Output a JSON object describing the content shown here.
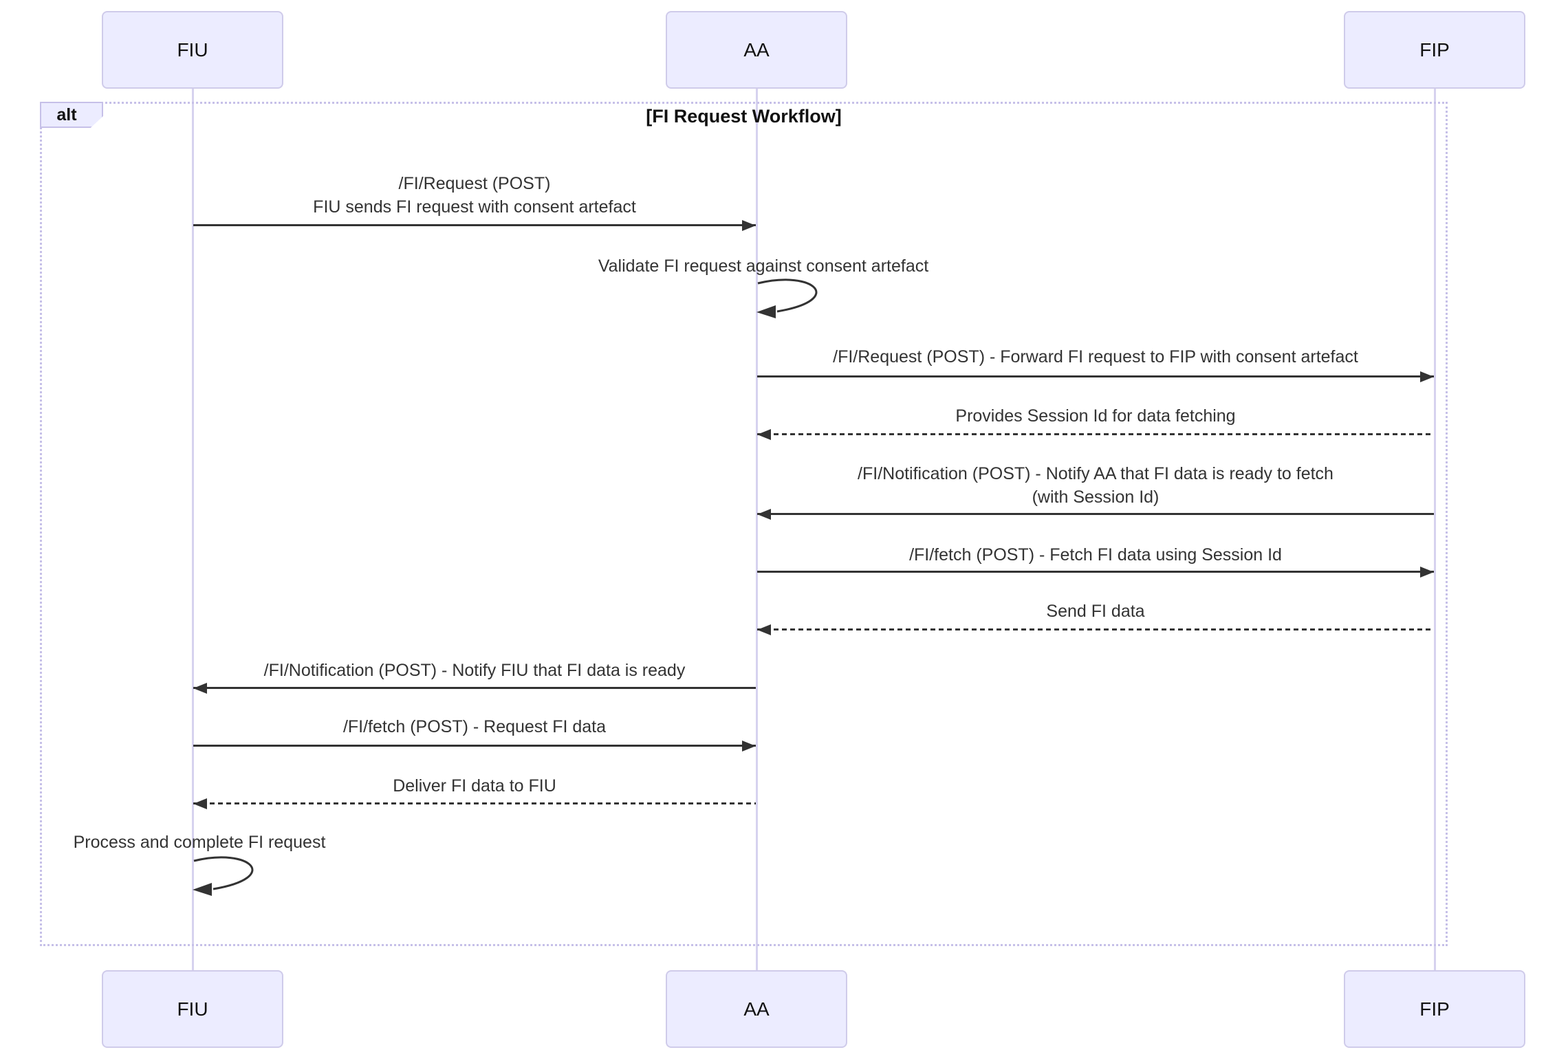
{
  "diagram": {
    "type": "sequence-diagram",
    "frame": {
      "operator_label": "alt",
      "condition_title": "[FI Request Workflow]"
    },
    "actors": [
      {
        "id": "fiu",
        "label": "FIU"
      },
      {
        "id": "aa",
        "label": "AA"
      },
      {
        "id": "fip",
        "label": "FIP"
      }
    ],
    "messages": [
      {
        "kind": "arrow",
        "from": "FIU",
        "to": "AA",
        "line": "solid",
        "text": "/FI/Request (POST)",
        "text2": "FIU sends FI request with consent artefact"
      },
      {
        "kind": "self",
        "actor": "AA",
        "line": "solid",
        "text": "Validate FI request against consent artefact"
      },
      {
        "kind": "arrow",
        "from": "AA",
        "to": "FIP",
        "line": "solid",
        "text": "/FI/Request (POST) - Forward FI request to FIP with consent artefact"
      },
      {
        "kind": "arrow",
        "from": "FIP",
        "to": "AA",
        "line": "dashed",
        "text": "Provides Session Id for data fetching"
      },
      {
        "kind": "arrow",
        "from": "FIP",
        "to": "AA",
        "line": "solid",
        "text": "/FI/Notification (POST) - Notify AA that FI data is ready to fetch",
        "text2": "(with Session Id)"
      },
      {
        "kind": "arrow",
        "from": "AA",
        "to": "FIP",
        "line": "solid",
        "text": "/FI/fetch (POST) - Fetch FI data using Session Id"
      },
      {
        "kind": "arrow",
        "from": "FIP",
        "to": "AA",
        "line": "dashed",
        "text": "Send FI data"
      },
      {
        "kind": "arrow",
        "from": "AA",
        "to": "FIU",
        "line": "solid",
        "text": "/FI/Notification (POST) - Notify FIU that FI data is ready"
      },
      {
        "kind": "arrow",
        "from": "FIU",
        "to": "AA",
        "line": "solid",
        "text": "/FI/fetch (POST) - Request FI data"
      },
      {
        "kind": "arrow",
        "from": "AA",
        "to": "FIU",
        "line": "dashed",
        "text": "Deliver FI data to FIU"
      },
      {
        "kind": "self",
        "actor": "FIU",
        "line": "solid",
        "text": "Process and complete FI request"
      }
    ],
    "colors": {
      "actor_fill": "#ECECFF",
      "actor_border": "#CFCBEA",
      "lifeline": "#D6D2EF",
      "frame_border": "#C6C0E8",
      "arrow": "#333333",
      "message_text": "#333333",
      "title_text": "#111111",
      "background": "#FFFFFF"
    }
  }
}
